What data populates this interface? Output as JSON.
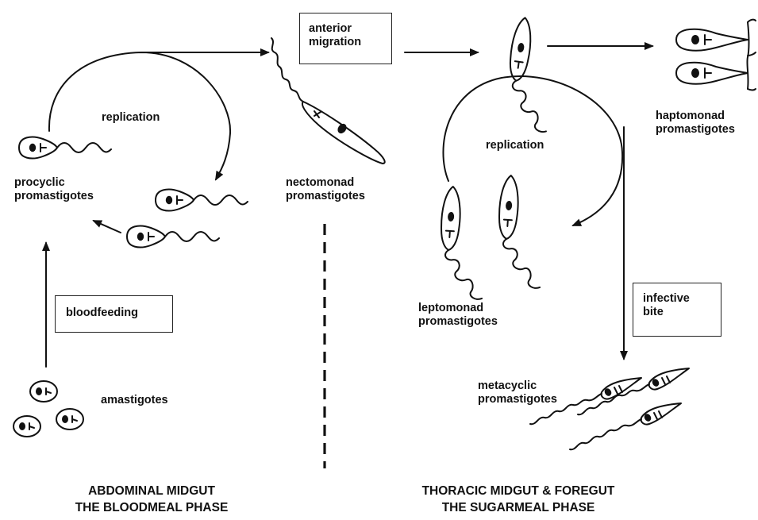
{
  "labels": {
    "replication_left": "replication",
    "replication_right": "replication",
    "procyclic": [
      "procyclic",
      "promastigotes"
    ],
    "nectomonad": [
      "nectomonad",
      "promastigotes"
    ],
    "haptomonad": [
      "haptomonad",
      "promastigotes"
    ],
    "leptomonad": [
      "leptomonad",
      "promastigotes"
    ],
    "metacyclic": [
      "metacyclic",
      "promastigotes"
    ],
    "amastigotes": "amastigotes"
  },
  "boxes": {
    "anterior_migration": [
      "anterior",
      "migration"
    ],
    "bloodfeeding": "bloodfeeding",
    "infective_bite": [
      "infective",
      "bite"
    ]
  },
  "phases": {
    "left": [
      "ABDOMINAL MIDGUT",
      "THE BLOODMEAL PHASE"
    ],
    "right": [
      "THORACIC MIDGUT & FOREGUT",
      "THE SUGARMEAL PHASE"
    ]
  }
}
